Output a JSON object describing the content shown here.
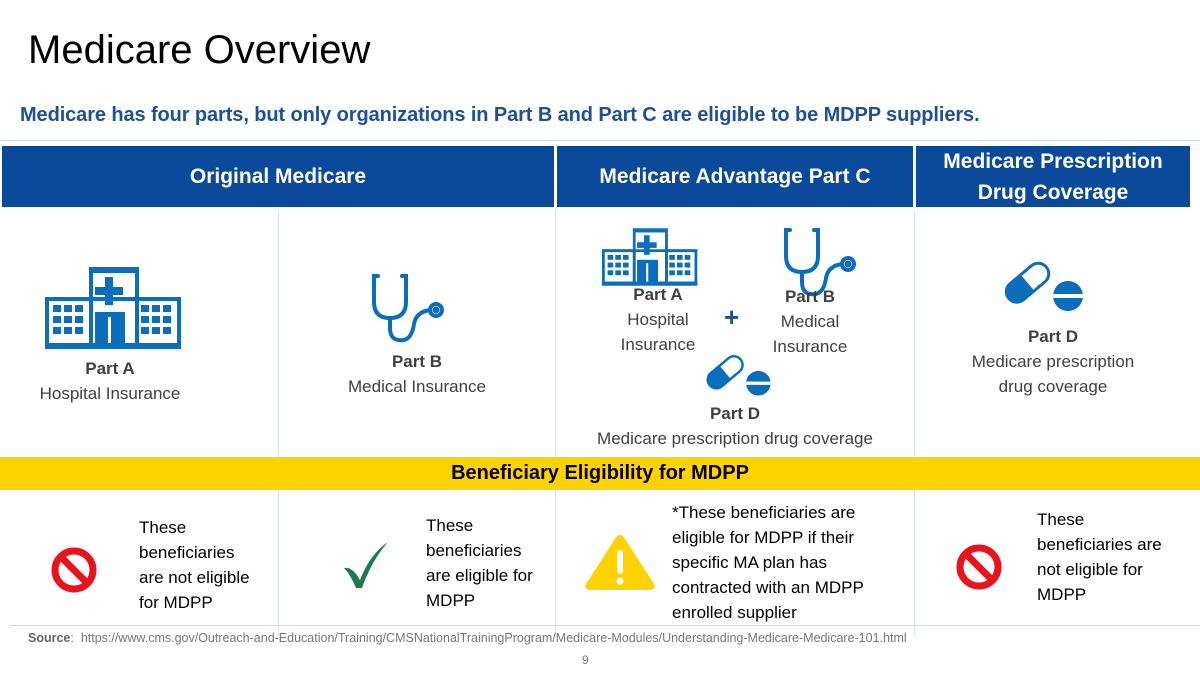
{
  "title": "Medicare Overview",
  "subtitle": "Medicare has four parts, but only organizations in Part B and Part C are eligible to be MDPP suppliers.",
  "headers": [
    "Original Medicare",
    "Medicare Advantage Part C",
    "Medicare Prescription Drug Coverage"
  ],
  "parts": {
    "a": {
      "name": "Part A",
      "desc": "Hospital Insurance"
    },
    "b": {
      "name": "Part B",
      "desc": "Medical Insurance"
    },
    "c_a": {
      "name": "Part A",
      "desc1": "Hospital",
      "desc2": "Insurance"
    },
    "c_b": {
      "name": "Part B",
      "desc1": "Medical",
      "desc2": "Insurance"
    },
    "c_plus": "+",
    "c_d": {
      "name": "Part D",
      "desc": "Medicare prescription drug coverage"
    },
    "d": {
      "name": "Part D",
      "desc1": "Medicare prescription",
      "desc2": "drug coverage"
    }
  },
  "eligibility_title": "Beneficiary Eligibility for MDPP",
  "eligibility": [
    {
      "icon": "no-entry-icon",
      "lines": [
        "These",
        "beneficiaries",
        "are not eligible",
        "for MDPP"
      ]
    },
    {
      "icon": "checkmark-icon",
      "lines": [
        "These",
        "beneficiaries",
        "are eligible for",
        "MDPP"
      ]
    },
    {
      "icon": "warning-icon",
      "lines": [
        "*These beneficiaries are",
        "eligible for MDPP if their",
        "specific MA plan has",
        "contracted with an MDPP",
        "enrolled supplier"
      ]
    },
    {
      "icon": "no-entry-icon",
      "lines": [
        "These",
        "beneficiaries are",
        "not eligible for",
        "MDPP"
      ]
    }
  ],
  "source_label": "Source",
  "source_url": "https://www.cms.gov/Outreach-and-Education/Training/CMSNationalTrainingProgram/Medicare-Modules/Understanding-Medicare-Medicare-101.html",
  "page_number": "9",
  "colors": {
    "header": "#0b4a9a",
    "icon": "#0a6ebd",
    "yellow": "#ffd200",
    "red": "#e8141c",
    "green": "#217a4e"
  }
}
